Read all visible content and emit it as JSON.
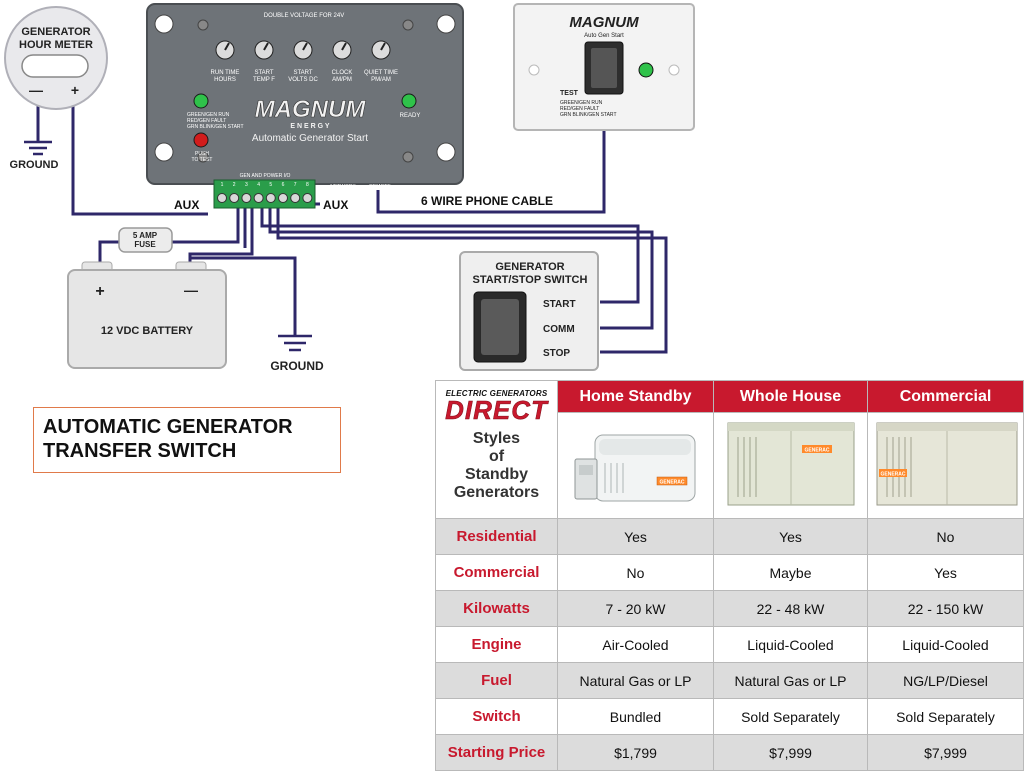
{
  "diagram": {
    "hour_meter": {
      "line1": "GENERATOR",
      "line2": "HOUR METER",
      "minus": "—",
      "plus": "+"
    },
    "ground_labels": {
      "left": "GROUND",
      "bottom": "GROUND"
    },
    "controller": {
      "top_label": "DOUBLE VOLTAGE FOR 24V",
      "dial_labels": [
        {
          "line1": "RUN TIME",
          "line2": "HOURS"
        },
        {
          "line1": "START",
          "line2": "TEMP F"
        },
        {
          "line1": "START",
          "line2": "VOLTS DC"
        },
        {
          "line1": "CLOCK",
          "line2": "AM/PM"
        },
        {
          "line1": "QUIET TIME",
          "line2": "PM/AM"
        }
      ],
      "status_text": [
        "GREEN/GEN RUN",
        "RED/GEN FAULT",
        "GRN BLINK/GEN START"
      ],
      "brand": "MAGNUM",
      "brand_sub": "E N E R G Y",
      "product": "Automatic Generator Start",
      "ready": "READY",
      "push_test_1": "PUSH",
      "push_test_2": "TO TEST",
      "io_label": "GEN AND POWER I/O",
      "terminal_numbers": [
        "1",
        "2",
        "3",
        "4",
        "5",
        "6",
        "7",
        "8"
      ],
      "network": "NETWORK",
      "remote": "REMOTE"
    },
    "aux_left": "AUX",
    "aux_right": "AUX",
    "remote_panel": {
      "brand": "MAGNUM",
      "sub": "Auto Gen Start",
      "test": "TEST",
      "lines": [
        "GREEN/GEN RUN",
        "RED/GEN FAULT",
        "GRN BLINK/GEN START"
      ]
    },
    "phone_cable": "6 WIRE PHONE CABLE",
    "fuse": {
      "line1": "5 AMP",
      "line2": "FUSE"
    },
    "battery": {
      "plus": "+",
      "minus": "—",
      "label": "12 VDC BATTERY"
    },
    "switch_box": {
      "title1": "GENERATOR",
      "title2": "START/STOP SWITCH",
      "start": "START",
      "comm": "COMM",
      "stop": "STOP"
    }
  },
  "title_box": {
    "line1": "AUTOMATIC GENERATOR",
    "line2": "TRANSFER SWITCH"
  },
  "table": {
    "brand_small": "ELECTRIC GENERATORS",
    "brand_big": "DIRECT",
    "brand_sub": [
      "Styles",
      "of",
      "Standby",
      "Generators"
    ],
    "columns": [
      "Home Standby",
      "Whole House",
      "Commercial"
    ],
    "image_icons": [
      "home-standby-generator-image",
      "whole-house-generator-image",
      "commercial-generator-image"
    ],
    "generator_badge": "GENERAC",
    "rows": [
      {
        "label": "Residential",
        "values": [
          "Yes",
          "Yes",
          "No"
        ]
      },
      {
        "label": "Commercial",
        "values": [
          "No",
          "Maybe",
          "Yes"
        ]
      },
      {
        "label": "Kilowatts",
        "values": [
          "7 - 20 kW",
          "22 - 48 kW",
          "22 - 150 kW"
        ]
      },
      {
        "label": "Engine",
        "values": [
          "Air-Cooled",
          "Liquid-Cooled",
          "Liquid-Cooled"
        ]
      },
      {
        "label": "Fuel",
        "values": [
          "Natural Gas or LP",
          "Natural Gas or LP",
          "NG/LP/Diesel"
        ]
      },
      {
        "label": "Switch",
        "values": [
          "Bundled",
          "Sold Separately",
          "Sold Separately"
        ]
      },
      {
        "label": "Starting Price",
        "values": [
          "$1,799",
          "$7,999",
          "$7,999"
        ]
      }
    ]
  },
  "colors": {
    "brand_red": "#c8192e",
    "wire": "#2e2769",
    "panel": "#6e7378",
    "led_green": "#2fc24a",
    "led_red": "#d21c1c"
  }
}
